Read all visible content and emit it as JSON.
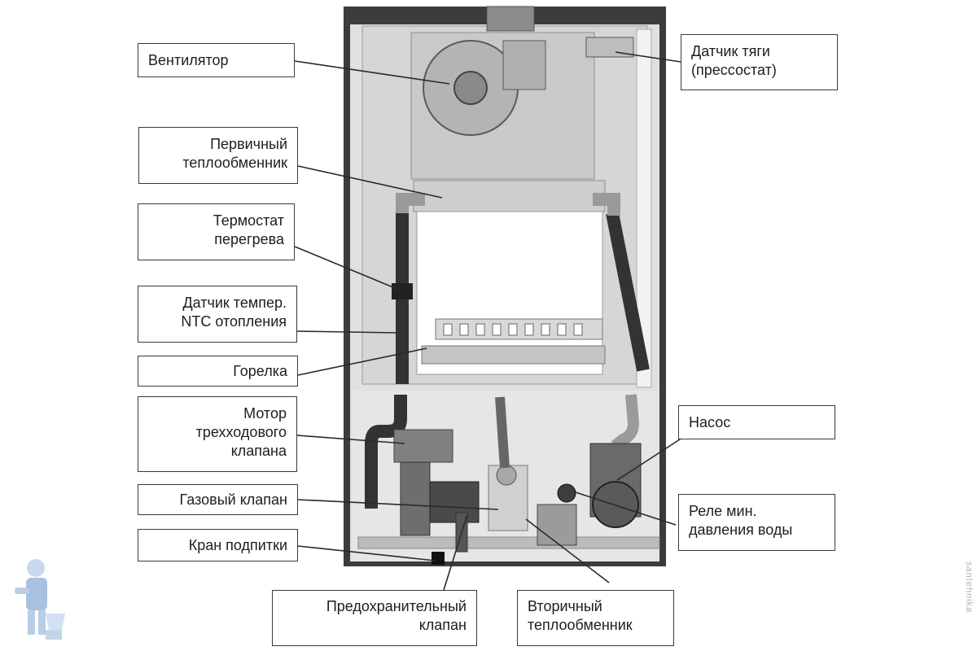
{
  "labels": {
    "fan": [
      "Вентилятор"
    ],
    "draft_sensor": [
      "Датчик тяги",
      "(прессостат)"
    ],
    "primary_exchanger": [
      "Первичный",
      "теплообменник"
    ],
    "overheat_thermostat": [
      "Термостат",
      "перегрева"
    ],
    "ntc_sensor": [
      "Датчик темпер.",
      "NTC отопления"
    ],
    "burner": [
      "Горелка"
    ],
    "three_way_motor": [
      "Мотор",
      "трехходового",
      "клапана"
    ],
    "pump": [
      "Насос"
    ],
    "gas_valve": [
      "Газовый клапан"
    ],
    "min_pressure_relay": [
      "Реле мин.",
      "давления воды"
    ],
    "makeup_tap": [
      "Кран подпитки"
    ],
    "safety_valve": [
      "Предохранительный",
      "клапан"
    ],
    "secondary_exchanger": [
      "Вторичный",
      "теплообменник"
    ]
  },
  "watermark": "santehnika",
  "colors": {
    "line": "#2a2a2a",
    "box_border": "#3a3a3a",
    "boiler_frame": "#3c3c3c",
    "boiler_panel": "#e2e2e2",
    "chamber": "#ffffff",
    "component": "#6f6f6f",
    "pipe_dark": "#333333"
  }
}
